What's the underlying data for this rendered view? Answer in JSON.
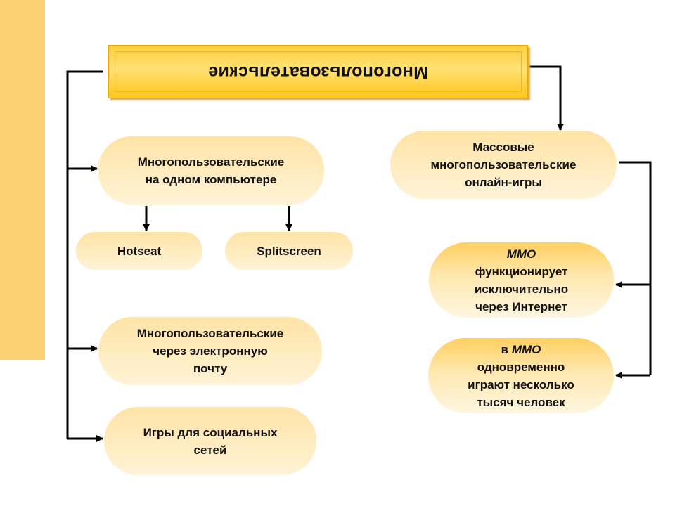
{
  "title": "Многопользовательские",
  "nodes": {
    "one_computer": [
      "Многопользовательские",
      "на одном компьютере"
    ],
    "hotseat": "Hotseat",
    "splitscreen": "Splitscreen",
    "email": [
      "Многопользовательские",
      "через электронную",
      "почту"
    ],
    "social": [
      "Игры для социальных",
      "сетей"
    ],
    "mmo": [
      "Массовые",
      "многопользовательские",
      "онлайн-игры"
    ],
    "mmo_internet": {
      "acronym": "ММО",
      "lines": [
        "функционирует",
        "исключительно",
        "через Интернет"
      ]
    },
    "mmo_players": {
      "prefix": "в ",
      "acronym": "ММО",
      "lines": [
        "одновременно",
        "играют несколько",
        "тысяч человек"
      ]
    }
  },
  "colors": {
    "stripe": "#fdd173",
    "title_fill": "#ffd84a",
    "pill_fill": "#ffe8b8",
    "connector": "#000000"
  }
}
